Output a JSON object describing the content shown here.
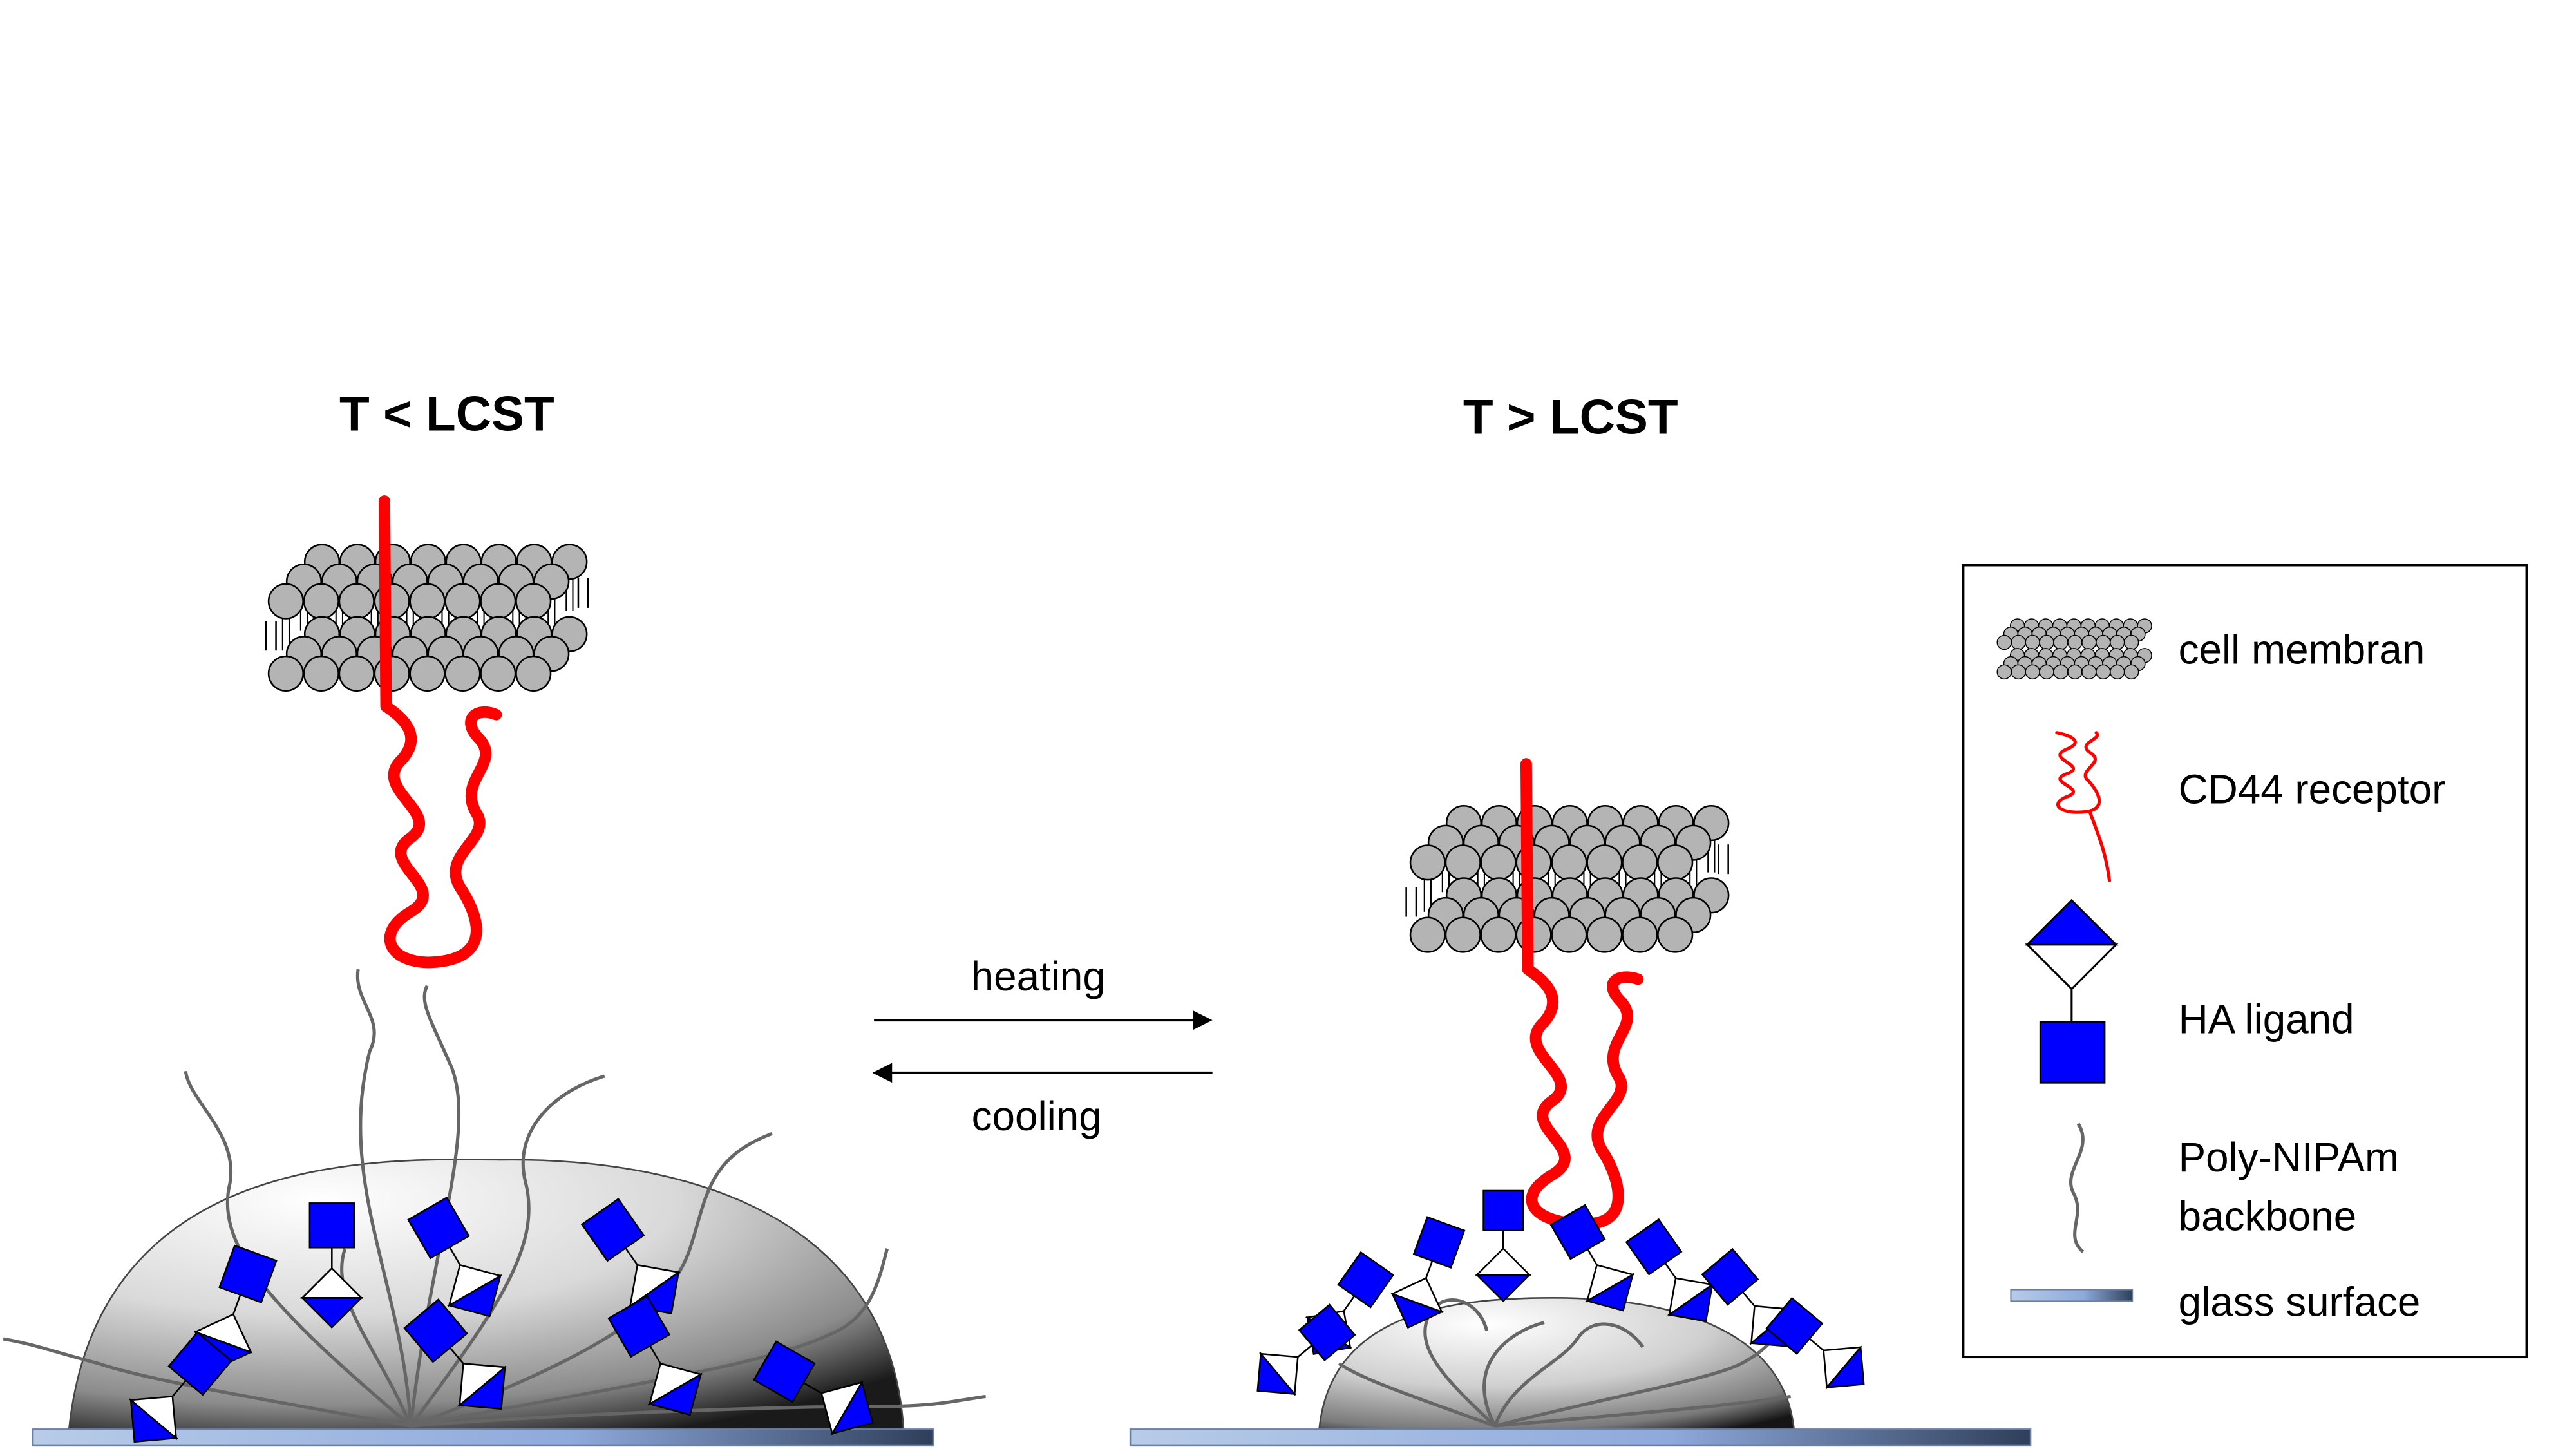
{
  "panels": {
    "left": {
      "title": "T < LCST"
    },
    "right": {
      "title": "T > LCST"
    }
  },
  "transition": {
    "forward_label": "heating",
    "reverse_label": "cooling"
  },
  "legend": {
    "items": [
      {
        "icon": "cell-membrane-icon",
        "label": "cell membran"
      },
      {
        "icon": "cd44-receptor-icon",
        "label": "CD44 receptor"
      },
      {
        "icon": "ha-ligand-icon",
        "label": "HA ligand"
      },
      {
        "icon": "poly-nipam-backbone-icon",
        "label": "Poly-NIPAm"
      },
      {
        "icon": "poly-nipam-backbone-icon",
        "label": "backbone"
      },
      {
        "icon": "glass-surface-icon",
        "label": "glass surface"
      }
    ]
  },
  "colors": {
    "receptor": "#ff0000",
    "ligand": "#0000ff",
    "lipid_head": "#b4b4b4",
    "backbone": "#666666",
    "glass": "#8ea9db"
  }
}
